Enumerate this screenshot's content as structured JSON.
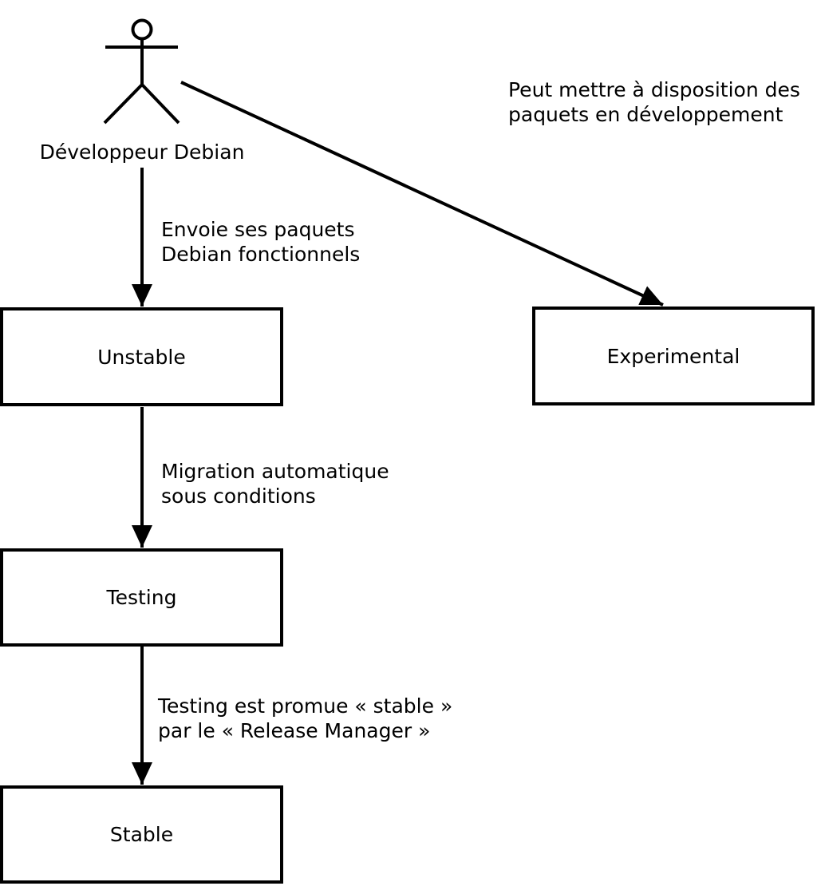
{
  "diagram": {
    "title_semantic": "Debian package release flow",
    "colors": {
      "stroke": "#000000",
      "background": "#ffffff"
    },
    "actor": {
      "label": "Développeur Debian"
    },
    "boxes": {
      "unstable": {
        "label": "Unstable"
      },
      "experimental": {
        "label": "Experimental"
      },
      "testing": {
        "label": "Testing"
      },
      "stable": {
        "label": "Stable"
      }
    },
    "annotations": {
      "peut": {
        "line1": "Peut mettre à disposition des",
        "line2": "paquets en développement"
      },
      "envoie": {
        "line1": "Envoie ses paquets",
        "line2": "Debian fonctionnels"
      },
      "migration": {
        "line1": "Migration automatique",
        "line2": "sous conditions"
      },
      "promotion": {
        "line1": "Testing est promue « stable »",
        "line2": "par le « Release Manager »"
      }
    }
  }
}
